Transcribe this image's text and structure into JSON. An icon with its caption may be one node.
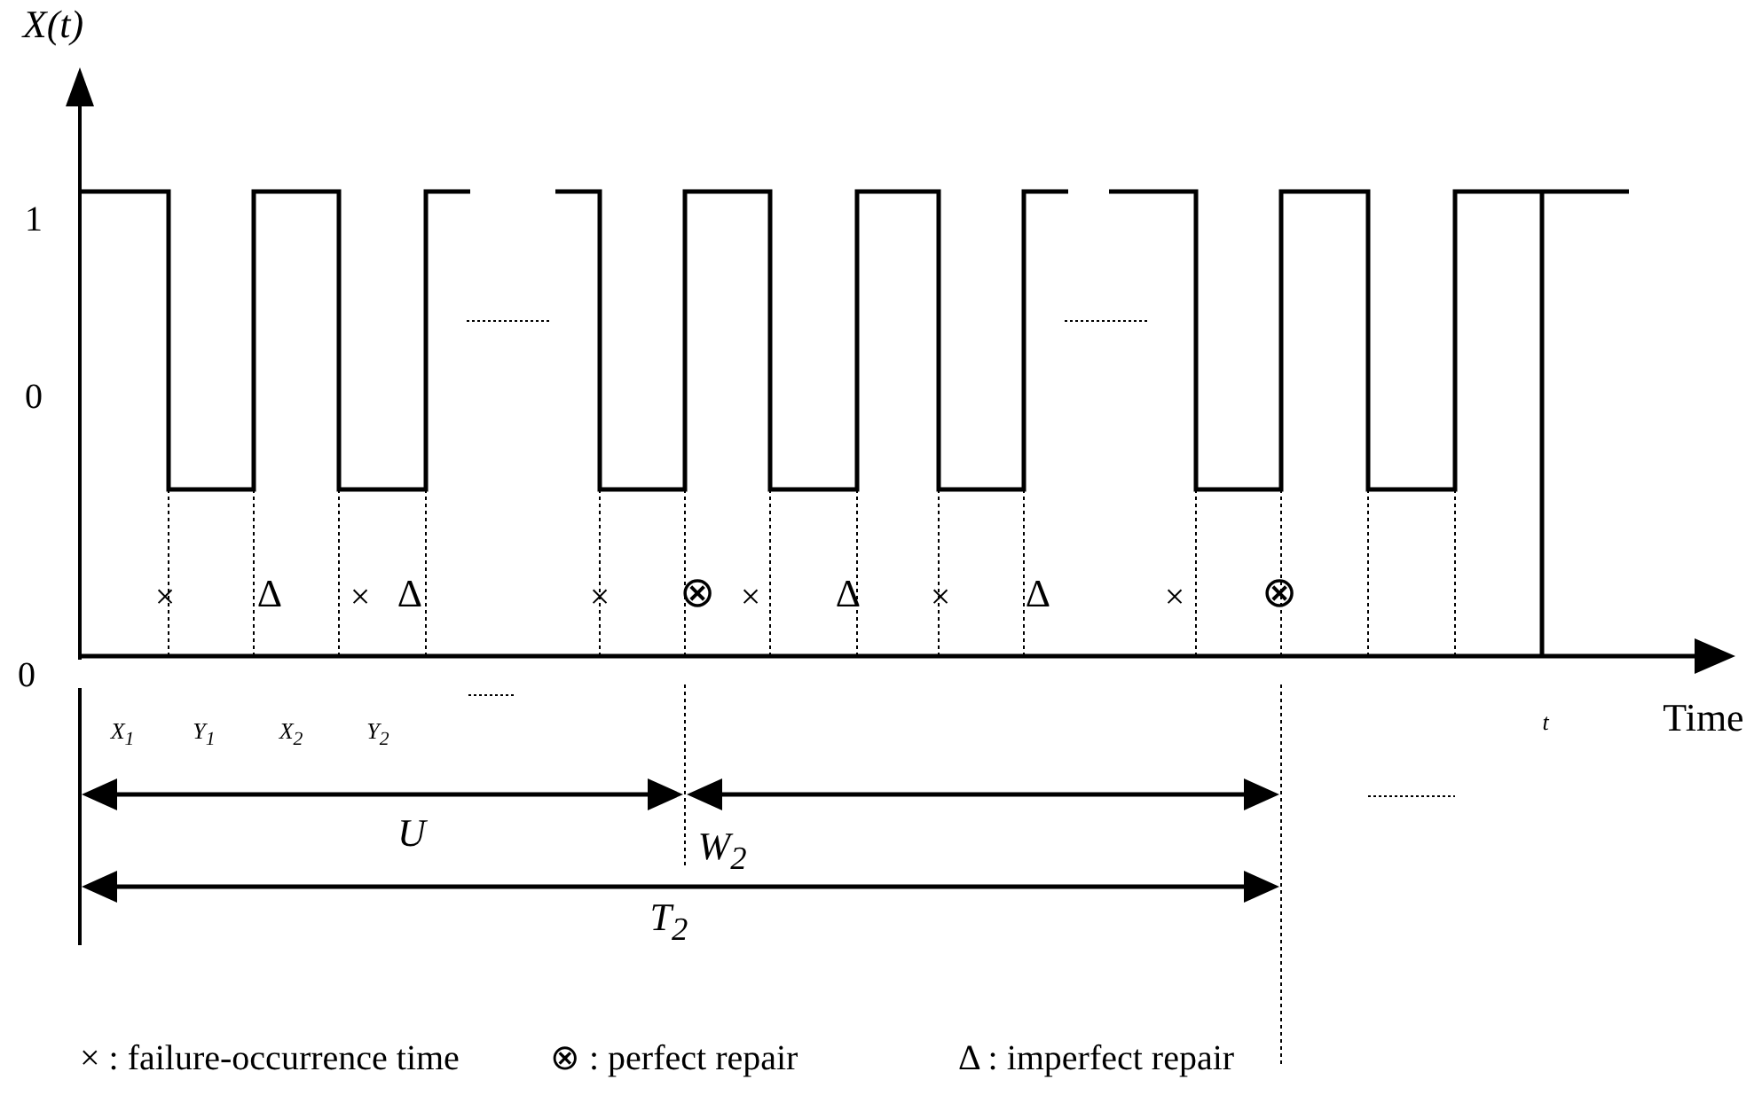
{
  "diagram": {
    "labels": [
      "X(t)",
      "1",
      "0",
      "×",
      "Δ",
      "×",
      "Δ",
      "×",
      "⊗",
      "×",
      "Δ",
      "×",
      "Δ",
      "×",
      "⊗",
      "0",
      "X$_{1}$",
      "Y$_{1}$",
      "X$_{2}$",
      "Y$_{2}$",
      "t",
      "Time",
      "U",
      "W$_{2}$",
      "T$_{2}$"
    ],
    "legend": [
      {
        "text": "× : failure-occurrence time"
      },
      {
        "text": "⊗ : perfect repair"
      },
      {
        "text": "Δ : imperfect repair"
      }
    ]
  }
}
